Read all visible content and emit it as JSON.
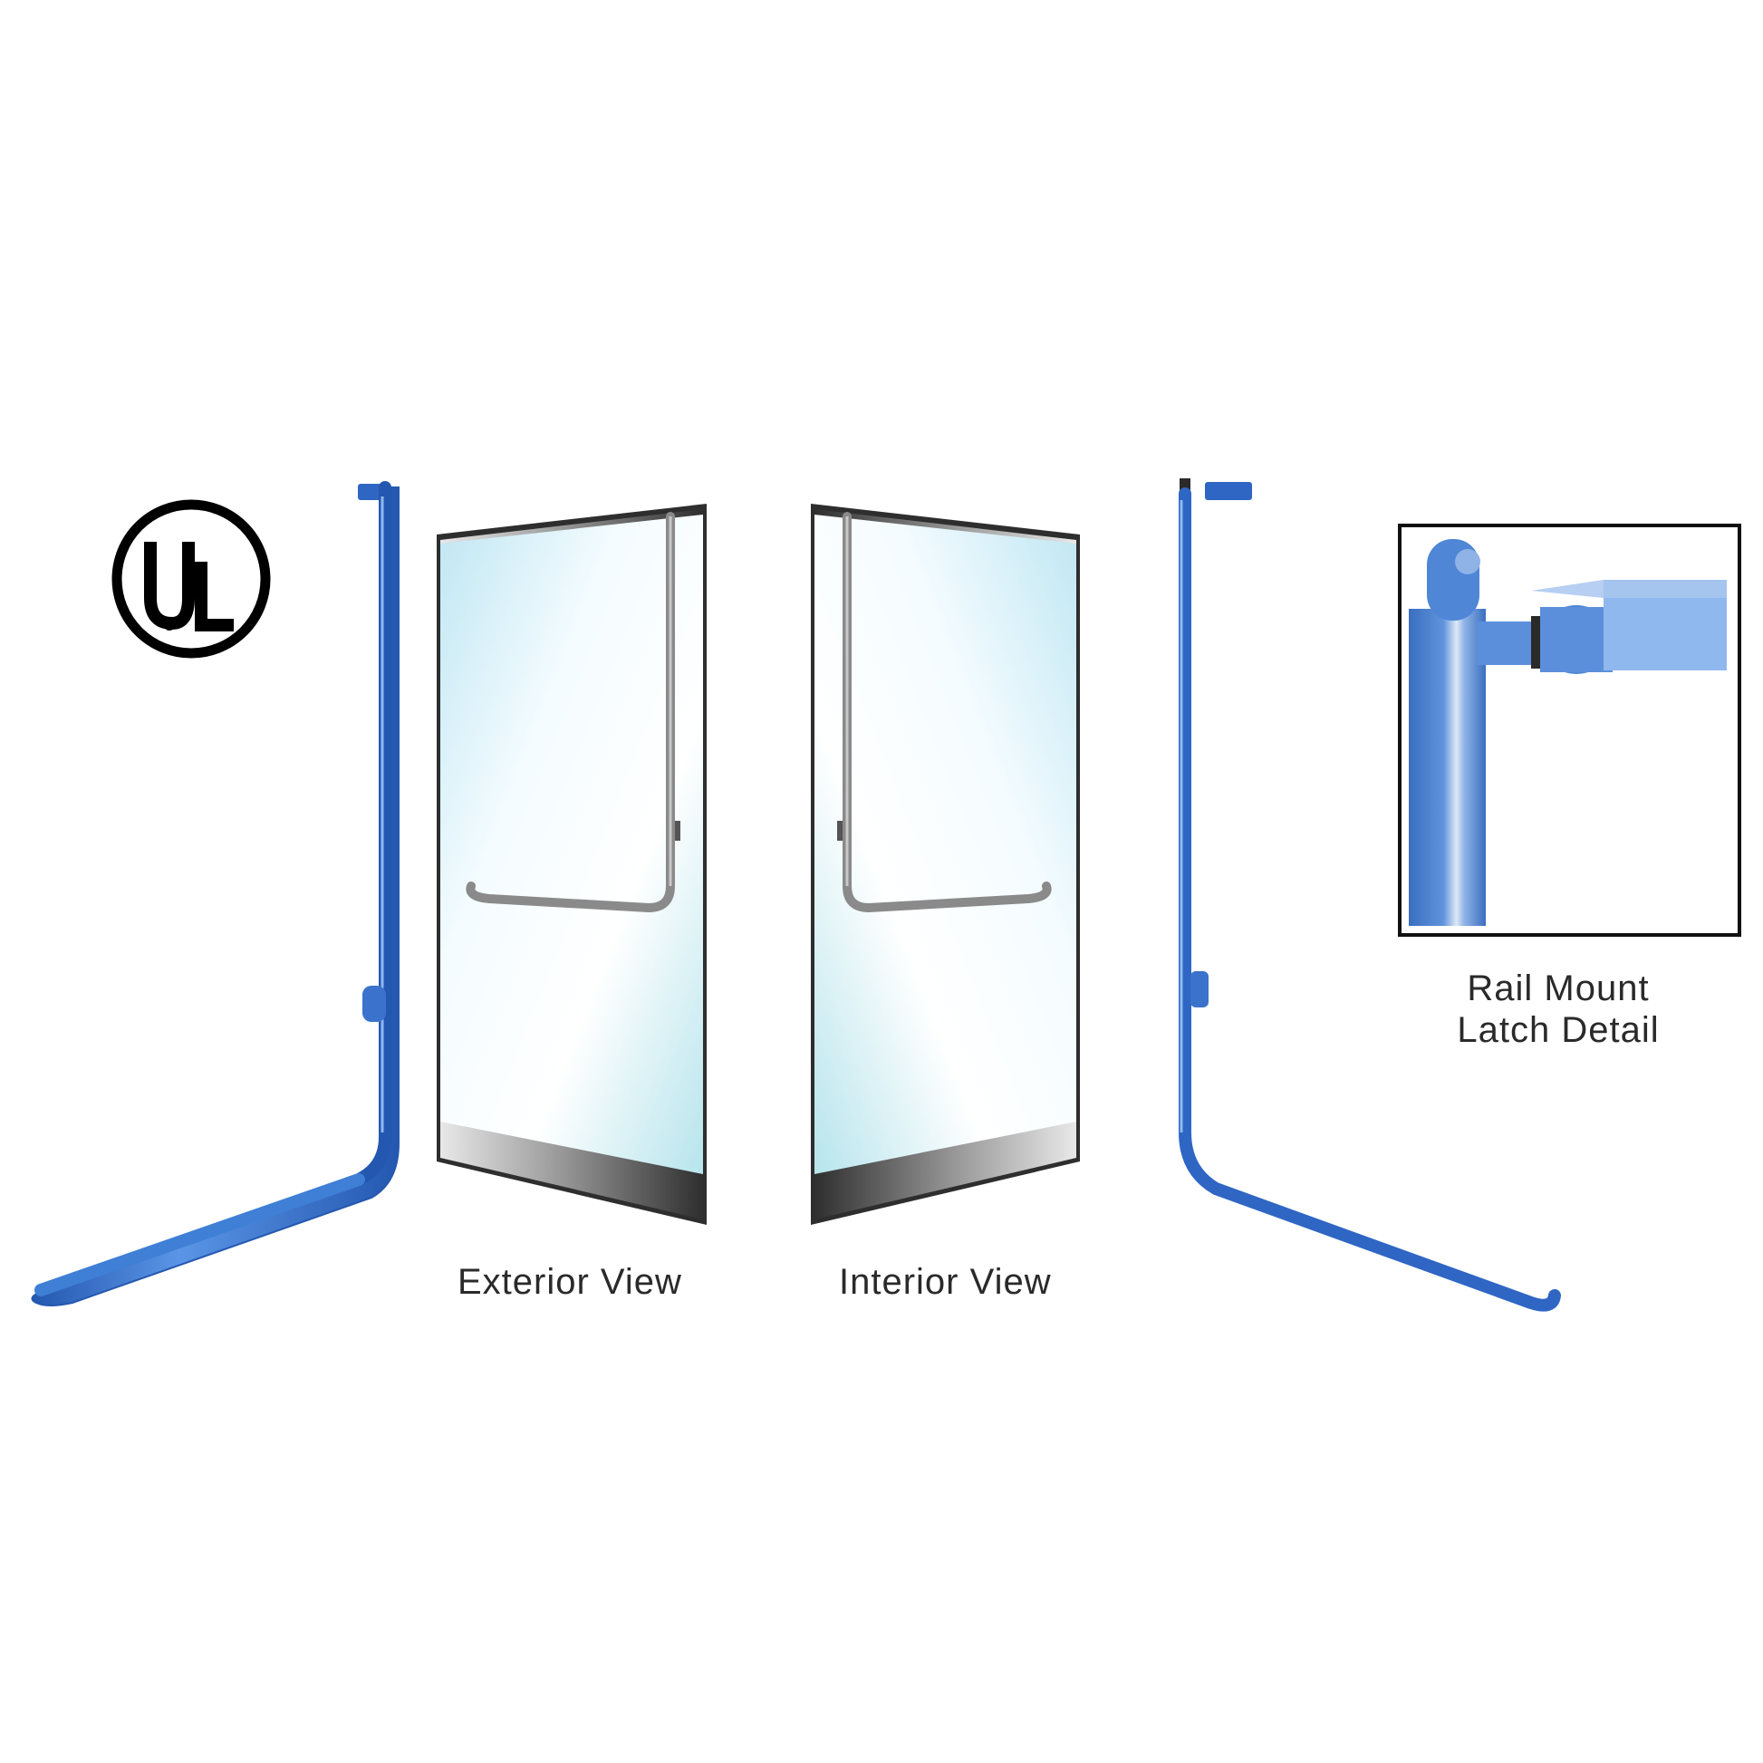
{
  "logo": {
    "text": "UL"
  },
  "captions": {
    "exterior": "Exterior View",
    "interior": "Interior View",
    "detail_line1": "Rail Mount",
    "detail_line2": "Latch Detail"
  },
  "colors": {
    "rail_blue": "#3f7fd6",
    "rail_blue_dark": "#2458b0",
    "rail_blue_light": "#8fb8ef",
    "glass_light": "#f2fbff",
    "glass_mid": "#bfe6f3",
    "frame_dark": "#3a3a3a",
    "handle_gray": "#8a8a8a",
    "logo_black": "#000000"
  },
  "icons": {
    "ul_logo": "ul-certification-logo",
    "left_rail": "left-hand-rail",
    "right_rail": "right-hand-rail",
    "exterior_door": "glass-door-exterior",
    "interior_door": "glass-door-interior",
    "latch_detail": "rail-mount-latch-detail"
  }
}
